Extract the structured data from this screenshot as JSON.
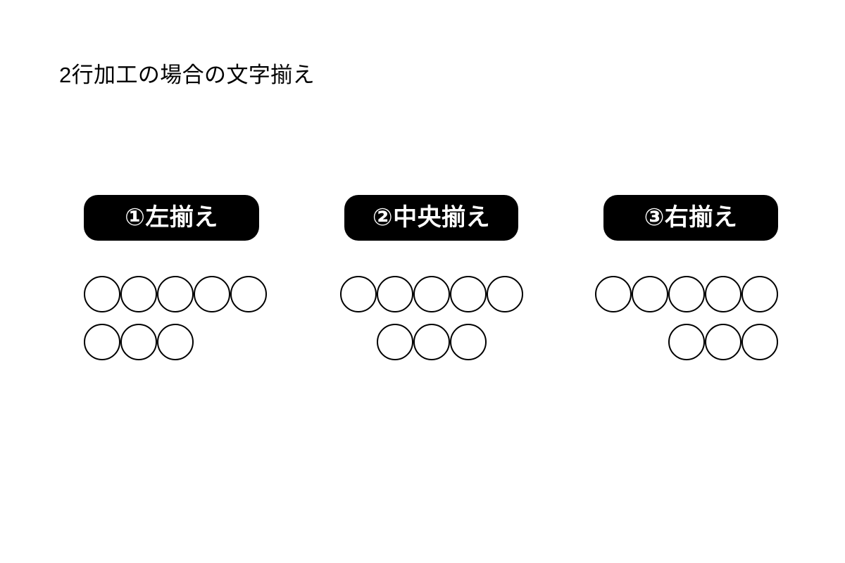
{
  "slide": {
    "background_color": "#ffffff",
    "title": "2行加工の場合の文字揃え",
    "accent_color": "#000000",
    "text_color": "#000000",
    "pill_text_color": "#ffffff"
  },
  "groups": [
    {
      "id": "left-align",
      "label": "①左揃え",
      "marker": "①",
      "name": "左揃え",
      "alignment": "left",
      "rows": [
        {
          "count": 5,
          "align": "left"
        },
        {
          "count": 3,
          "align": "left"
        }
      ]
    },
    {
      "id": "center-align",
      "label": "②中央揃え",
      "marker": "②",
      "name": "中央揃え",
      "alignment": "center",
      "rows": [
        {
          "count": 5,
          "align": "center"
        },
        {
          "count": 3,
          "align": "center"
        }
      ]
    },
    {
      "id": "right-align",
      "label": "③右揃え",
      "marker": "③",
      "name": "右揃え",
      "alignment": "right",
      "rows": [
        {
          "count": 5,
          "align": "right"
        },
        {
          "count": 3,
          "align": "right"
        }
      ]
    }
  ]
}
